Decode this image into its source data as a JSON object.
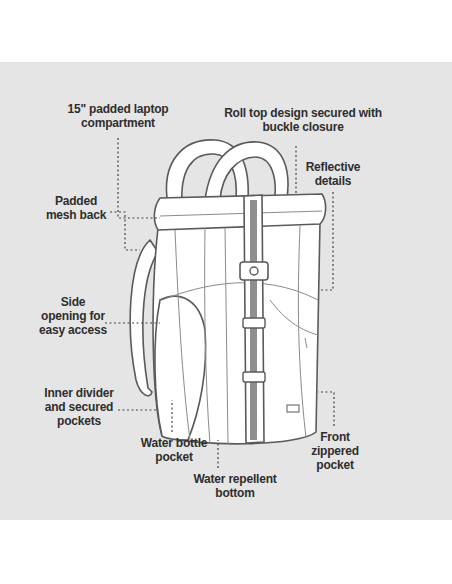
{
  "diagram": {
    "labels": [
      "15\" padded laptop compartment",
      "Roll top design secured with buckle closure",
      "Reflective details",
      "Padded mesh back",
      "Side opening for easy access",
      "Inner divider and secured pockets",
      "Water bottle pocket",
      "Water repellent bottom",
      "Front zippered pocket"
    ]
  }
}
